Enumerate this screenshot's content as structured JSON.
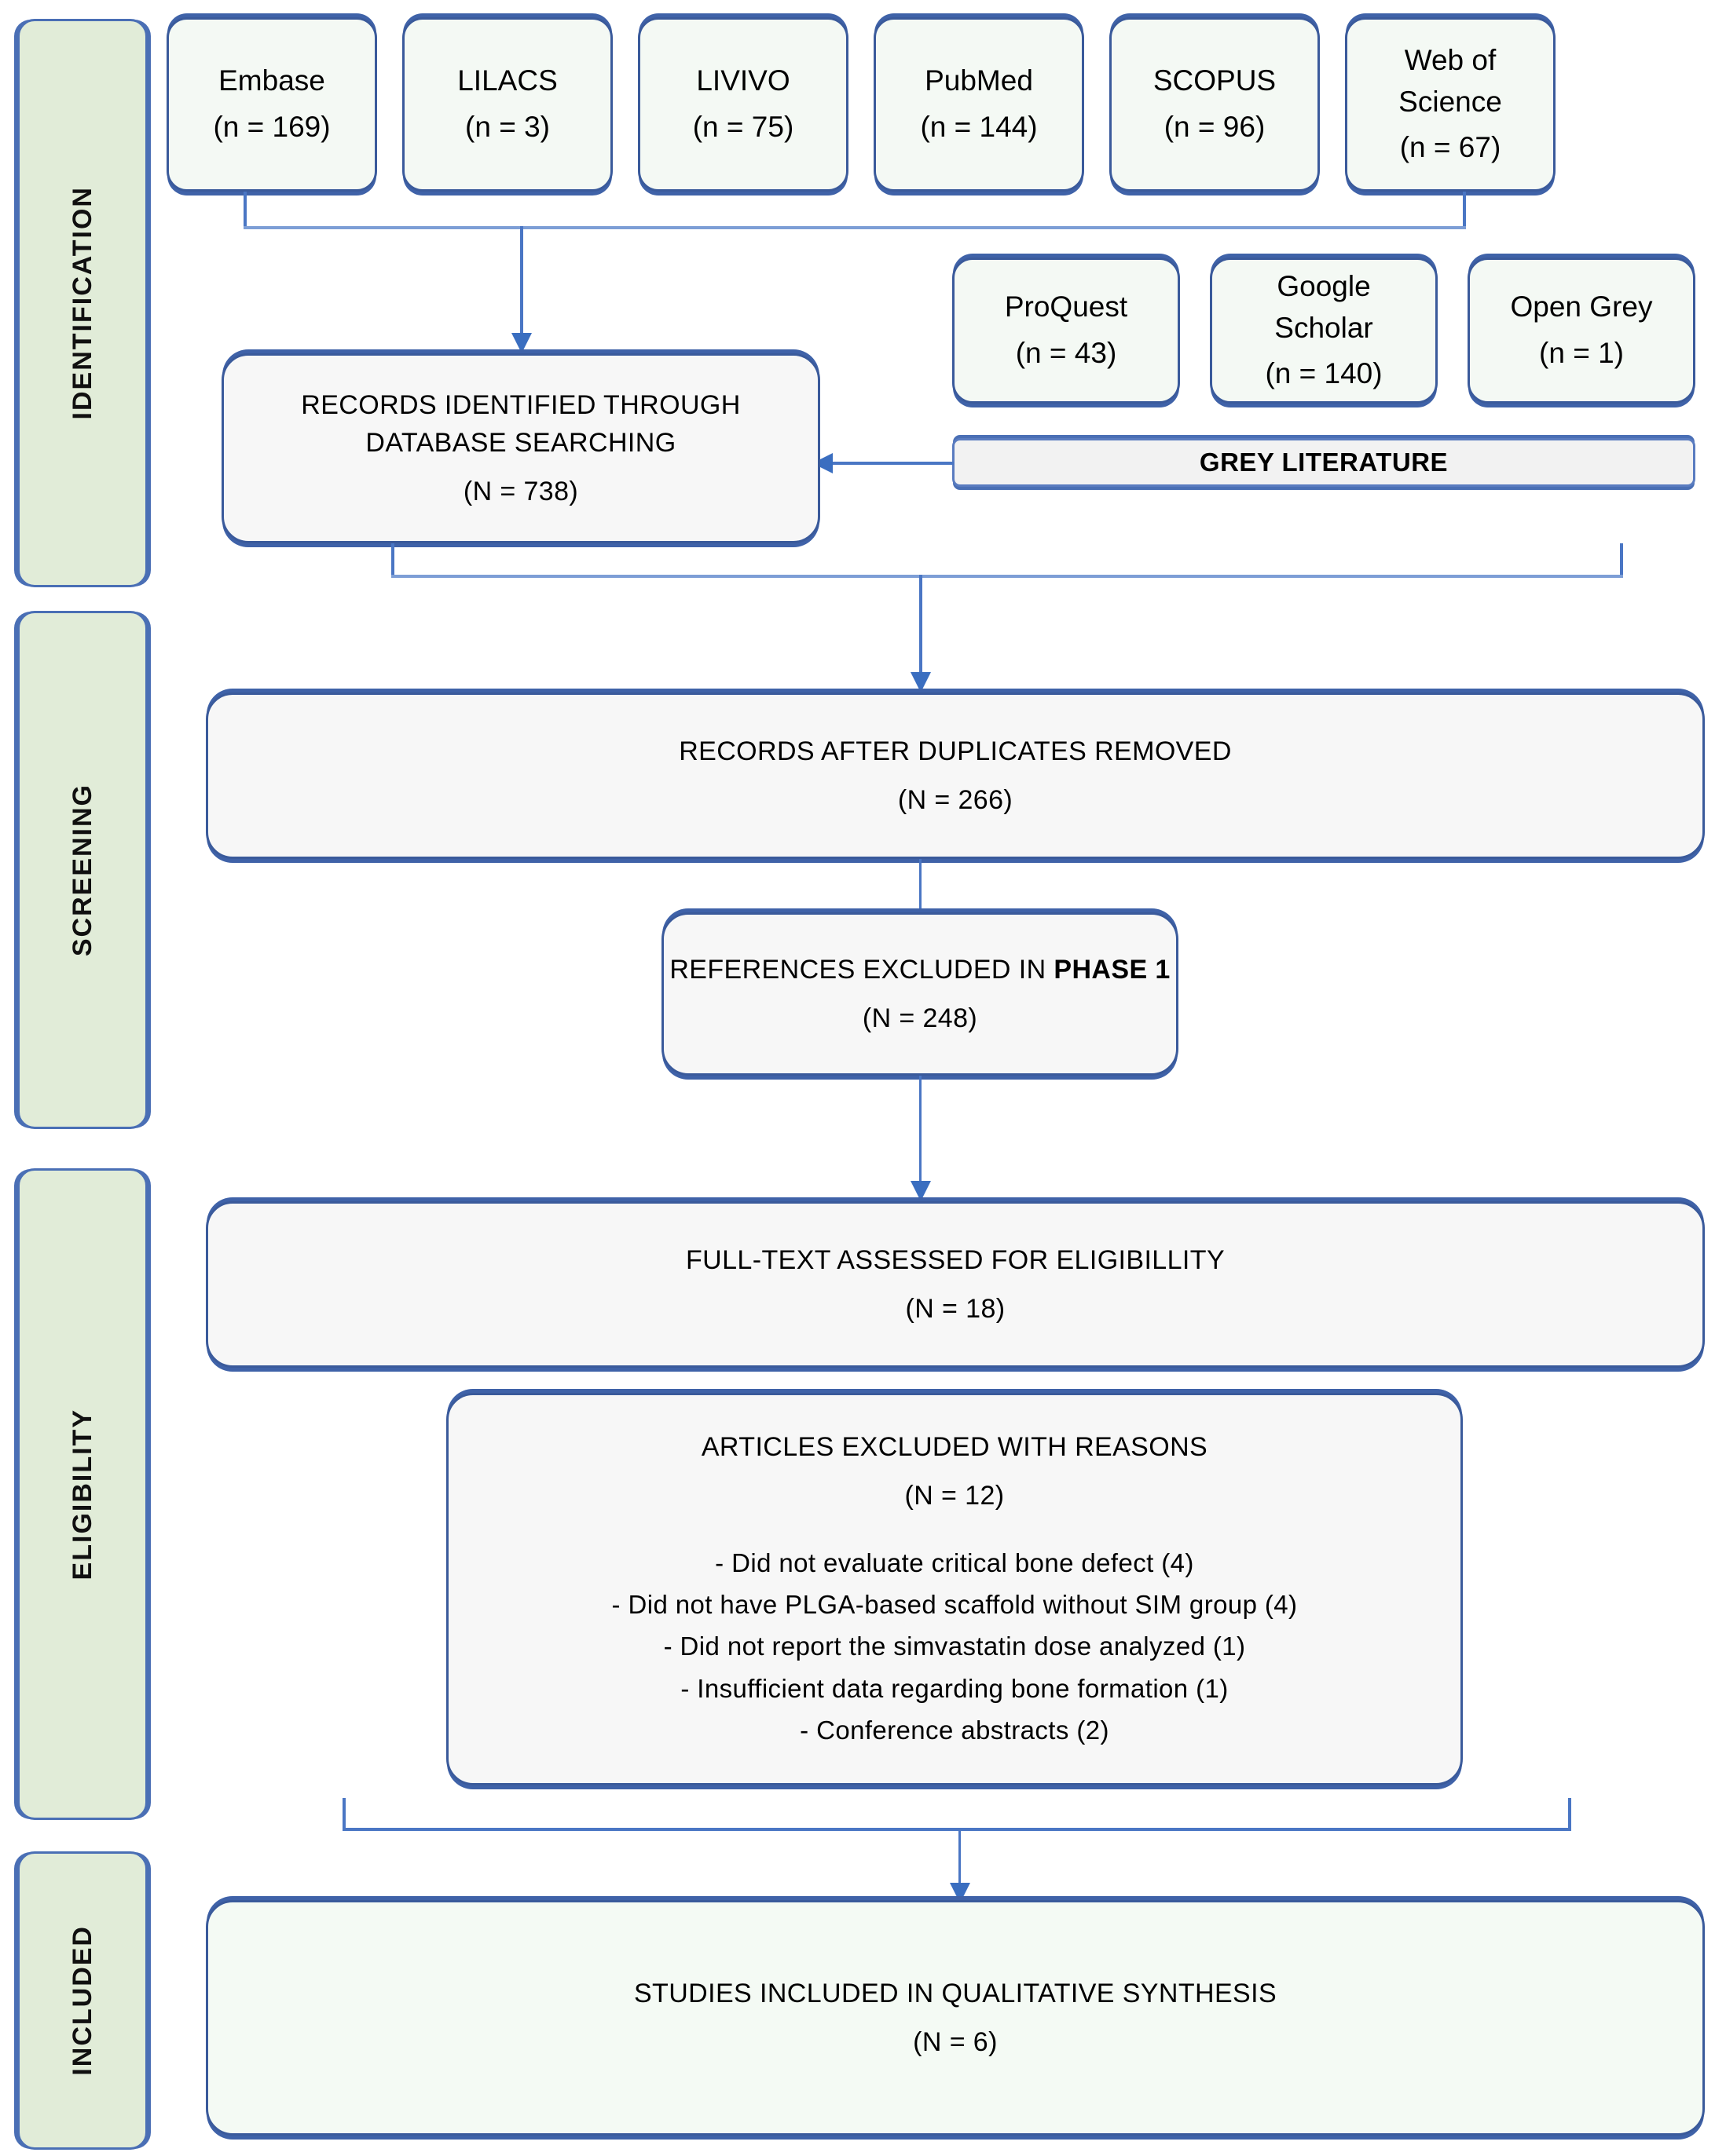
{
  "diagram": {
    "type": "prisma-flow-diagram",
    "stages": [
      {
        "id": "identification",
        "label": "IDENTIFICATION"
      },
      {
        "id": "screening",
        "label": "SCREENING"
      },
      {
        "id": "eligibility",
        "label": "ELIGIBILITY"
      },
      {
        "id": "included",
        "label": "INCLUDED"
      }
    ],
    "databases": [
      {
        "name": "Embase",
        "count": "(n = 169)"
      },
      {
        "name": "LILACS",
        "count": "(n = 3)"
      },
      {
        "name": "LIVIVO",
        "count": "(n = 75)"
      },
      {
        "name": "PubMed",
        "count": "(n = 144)"
      },
      {
        "name": "SCOPUS",
        "count": "(n = 96)"
      },
      {
        "name": "Web of\nScience",
        "name_l1": "Web of",
        "name_l2": "Science",
        "count": "(n = 67)"
      }
    ],
    "grey_sources": [
      {
        "name": "ProQuest",
        "count": "(n = 43)"
      },
      {
        "name_l1": "Google",
        "name_l2": "Scholar",
        "count": "(n = 140)"
      },
      {
        "name": "Open Grey",
        "count": "(n = 1)"
      }
    ],
    "grey_banner": "GREY LITERATURE",
    "records_identified": {
      "line1": "RECORDS IDENTIFIED THROUGH",
      "line2": "DATABASE SEARCHING",
      "count": "(N = 738)"
    },
    "records_after_duplicates": {
      "title": "RECORDS AFTER DUPLICATES REMOVED",
      "count": "(N = 266)"
    },
    "references_excluded_phase1": {
      "title_prefix": "REFERENCES EXCLUDED IN ",
      "title_bold": "PHASE 1",
      "count": "(N = 248)"
    },
    "full_text_assessed": {
      "title": "FULL-TEXT ASSESSED FOR ELIGIBILLITY",
      "count": "(N = 18)"
    },
    "articles_excluded": {
      "title": "ARTICLES EXCLUDED WITH REASONS",
      "count": "(N = 12)",
      "reasons": [
        "- Did not evaluate critical bone defect (4)",
        "- Did not have PLGA-based scaffold without SIM group (4)",
        "- Did not report the simvastatin dose analyzed (1)",
        "- Insufficient data regarding bone formation (1)",
        "- Conference abstracts (2)"
      ]
    },
    "studies_included": {
      "title": "STUDIES INCLUDED IN QUALITATIVE SYNTHESIS",
      "count": "(N = 6)"
    },
    "colors": {
      "rail_fill": "#e1ecd8",
      "node_border": "#3a5a9b",
      "node_fill": "#f7f9f7",
      "connector": "#4a76c4",
      "arrow": "#3a6ec0"
    }
  }
}
